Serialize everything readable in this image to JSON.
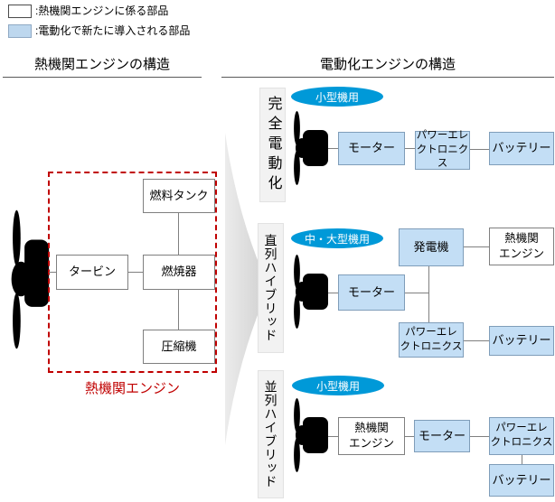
{
  "legend": {
    "heat_item": ":熱機関エンジンに係る部品",
    "electric_item": ":電動化で新たに導入される部品"
  },
  "left_section": {
    "title": "熱機関エンジンの構造",
    "fuel_tank": "燃料タンク",
    "turbine": "タービン",
    "combustor": "燃焼器",
    "compressor": "圧縮機",
    "engine_caption": "熱機関エンジン"
  },
  "right_section": {
    "title": "電動化エンジンの構造",
    "rows": [
      {
        "type": "完全電動化",
        "badge": "小型機用",
        "motor": "モーター",
        "power_electronics": "パワーエレ\nクトロニクス",
        "battery": "バッテリー"
      },
      {
        "type": "直列ハイブリッド",
        "badge": "中・大型機用",
        "motor": "モーター",
        "generator": "発電機",
        "heat_engine": "熱機関\nエンジン",
        "power_electronics": "パワーエレ\nクトロニクス",
        "battery": "バッテリー"
      },
      {
        "type": "並列ハイブリッド",
        "badge": "小型機用",
        "heat_engine": "熱機関\nエンジン",
        "motor": "モーター",
        "power_electronics": "パワーエレ\nクトロニクス",
        "battery": "バッテリー"
      }
    ]
  },
  "colors": {
    "new_part_fill": "#BDD7EE",
    "badge_blue": "#0099D8",
    "heat_engine_red": "#C00000",
    "connector_gray": "#808080"
  }
}
